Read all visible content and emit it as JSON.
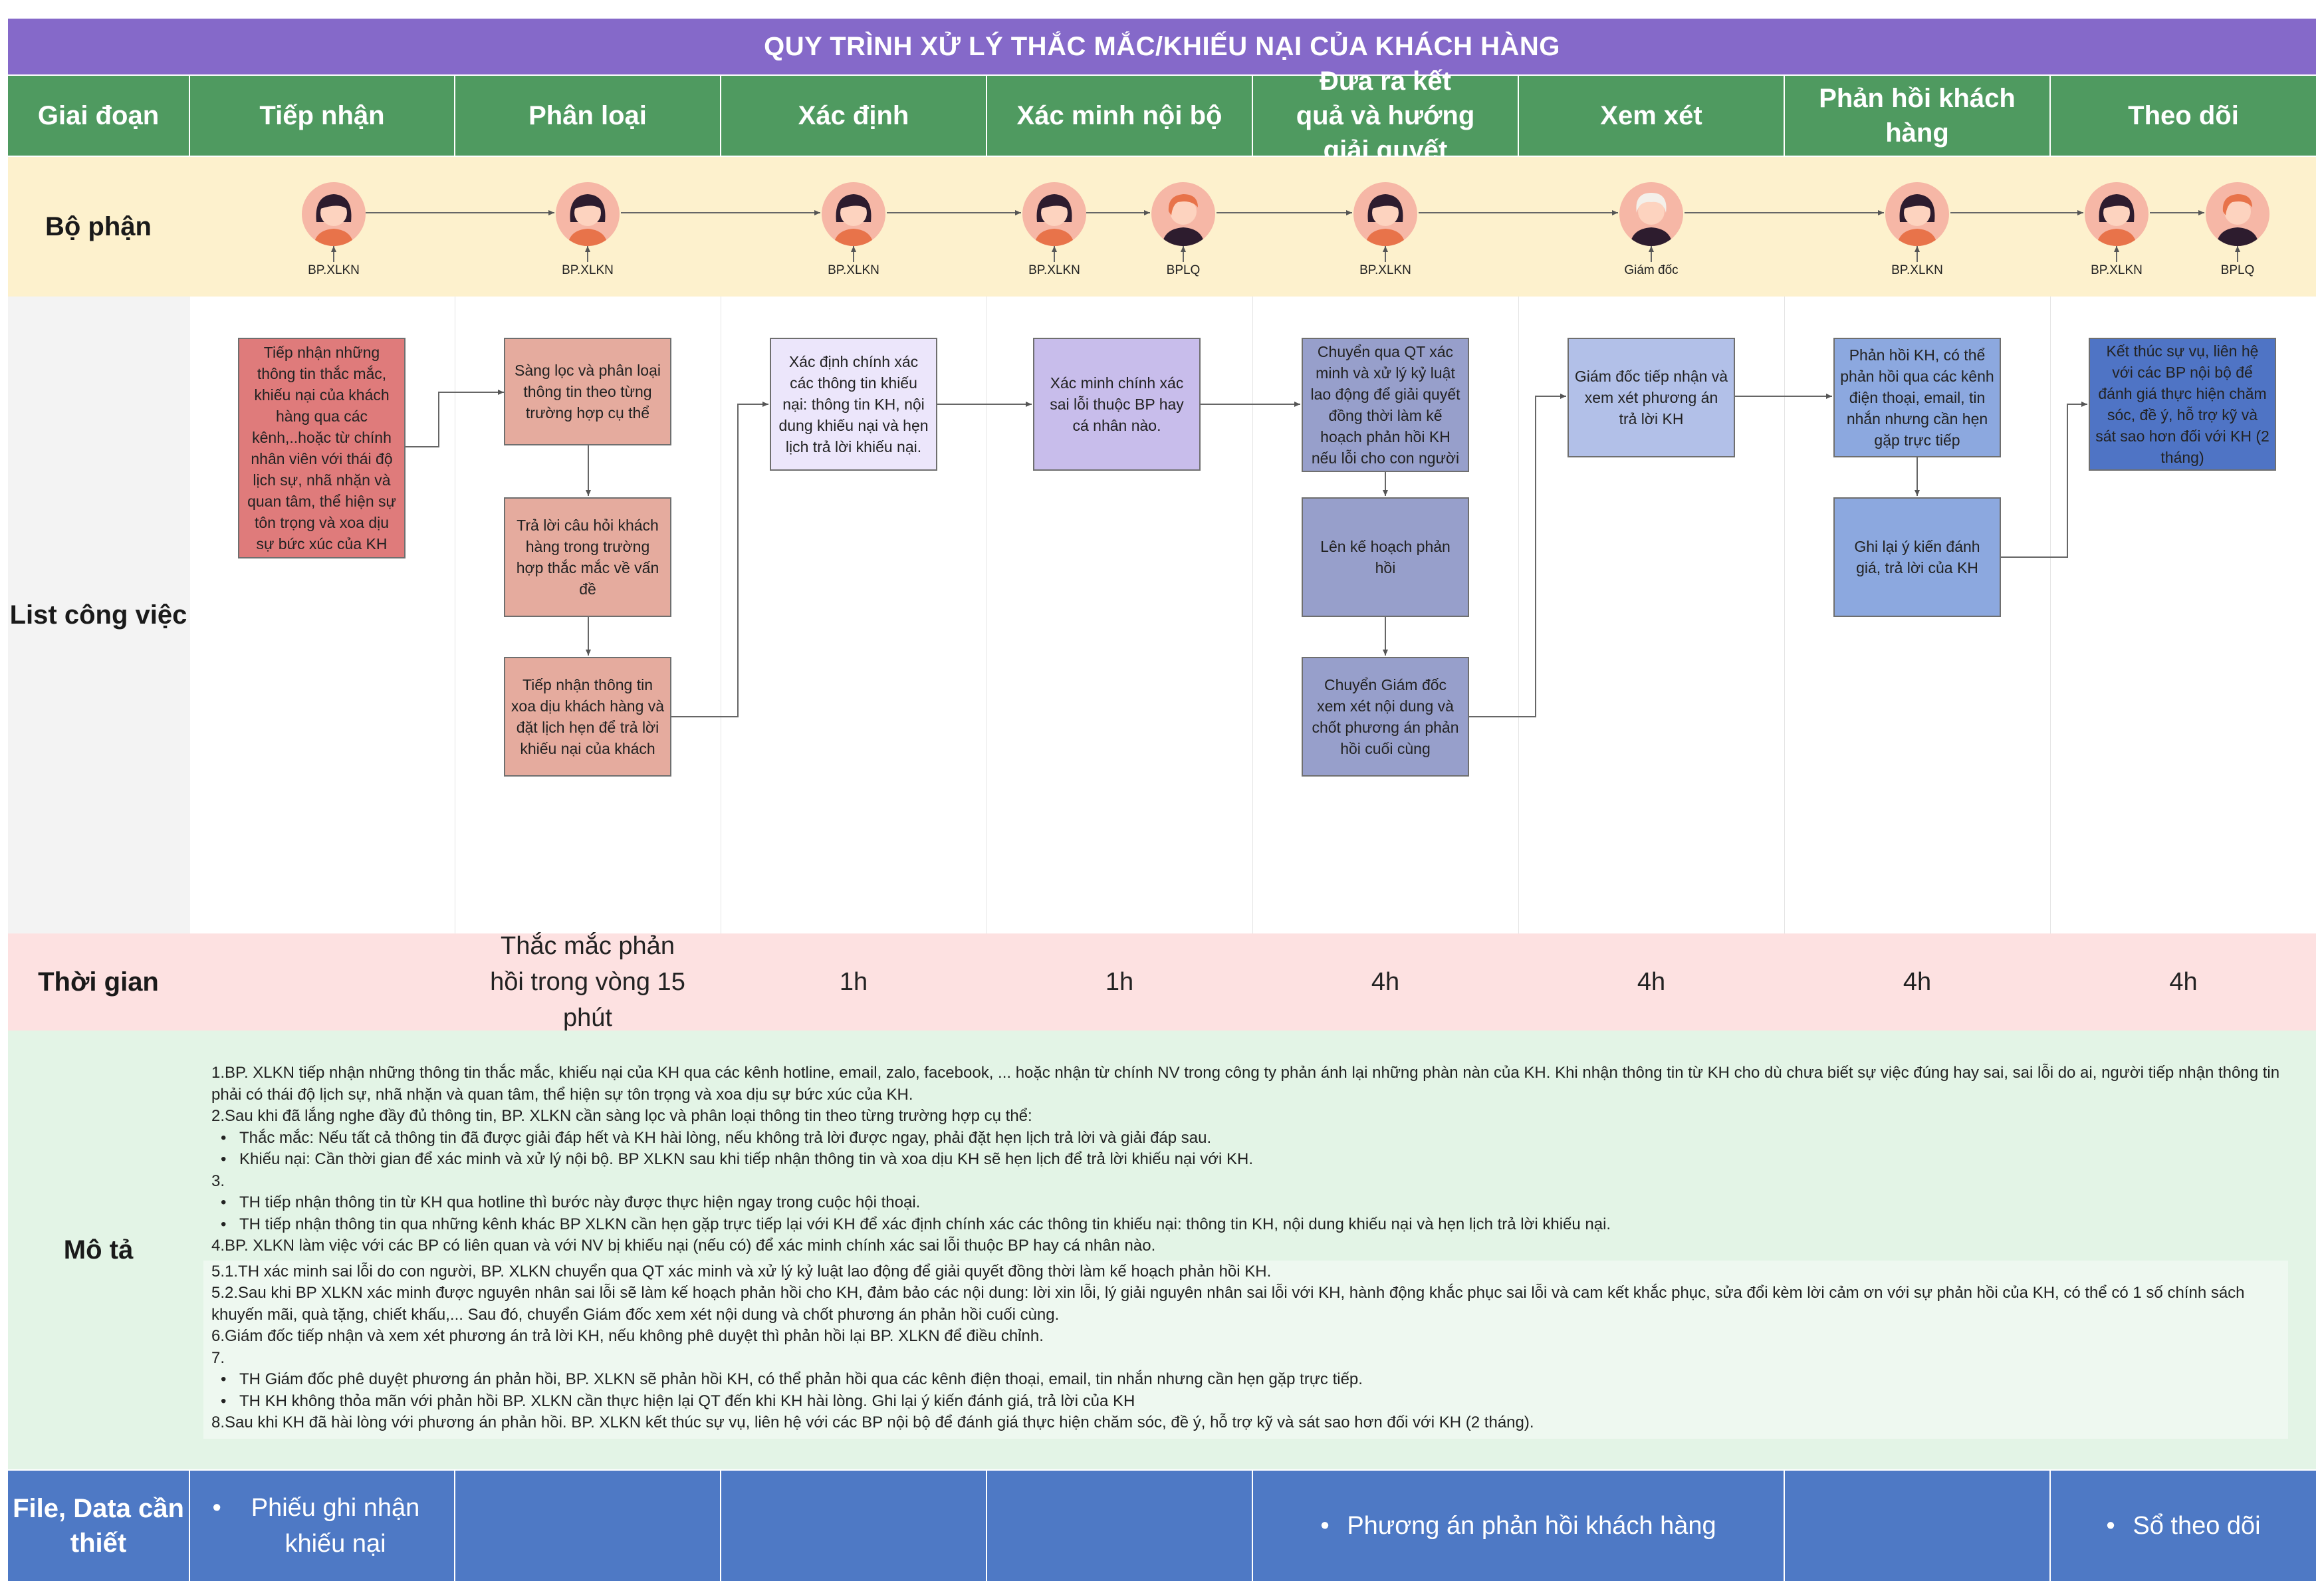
{
  "title": "QUY TRÌNH XỬ LÝ THẮC MẮC/KHIẾU NẠI CỦA KHÁCH HÀNG",
  "row_labels": {
    "stage": "Giai đoạn",
    "department": "Bộ phận",
    "tasks": "List công việc",
    "time": "Thời gian",
    "description": "Mô tả",
    "files": "File, Data cần thiết"
  },
  "stages": [
    "Tiếp nhận",
    "Phân loại",
    "Xác định",
    "Xác minh nội bộ",
    "Đưa ra kết quả và hướng giải quyết",
    "Xem xét",
    "Phản hồi khách hàng",
    "Theo dõi"
  ],
  "departments": [
    "BP.XLKN",
    "BP.XLKN",
    "BP.XLKN",
    "BP.XLKN",
    "BPLQ",
    "BP.XLKN",
    "Giám đốc",
    "BP.XLKN",
    "BP.XLKN",
    "BPLQ"
  ],
  "tasks": {
    "t1": "Tiếp nhận những thông tin thắc mắc, khiếu nại của khách hàng qua các kênh,..hoặc từ chính nhân viên với thái độ lịch sự, nhã nhặn và quan tâm, thể hiện sự tôn trọng và xoa dịu sự bức xúc của KH",
    "t2a": "Sàng lọc và phân loại thông tin theo từng trường hợp cụ thể",
    "t2b": "Trả lời câu hỏi khách hàng trong trường hợp thắc mắc về vấn đề",
    "t2c": "Tiếp nhận thông tin xoa dịu khách hàng và đặt lịch hẹn để trả lời khiếu nại của khách",
    "t3": "Xác định chính xác các thông tin khiếu nại: thông tin KH, nội dung khiếu nại và hẹn lịch trả lời khiếu nại.",
    "t4": "Xác minh chính xác sai lỗi thuộc BP hay cá nhân nào.",
    "t5a": "Chuyển qua QT xác minh và xử lý kỷ luật lao động để giải quyết đồng thời làm kế hoạch phản hồi KH nếu lỗi cho con người",
    "t5b": "Lên kế hoạch phản hồi",
    "t5c": "Chuyển Giám đốc xem xét nội dung và chốt phương án phản hồi cuối cùng",
    "t6": "Giám đốc tiếp nhận và xem xét phương án trả lời KH",
    "t7a": "Phản hồi KH, có thể phản hồi qua các kênh điện thoại, email, tin nhắn nhưng cần hẹn gặp trực tiếp",
    "t7b": "Ghi lại ý kiến đánh giá, trả lời của KH",
    "t8": "Kết thúc sự vụ, liên hệ với các BP nội bộ để đánh giá thực hiện chăm sóc, đề ý, hỗ trợ kỹ và sát sao hơn đối với KH (2 tháng)"
  },
  "times": [
    "",
    "Thắc mắc phản hồi trong vòng 15 phút",
    "1h",
    "1h",
    "4h",
    "4h",
    "4h",
    "4h"
  ],
  "description": [
    "1.BP. XLKN tiếp nhận những thông tin thắc mắc, khiếu nại của KH qua các kênh hotline, email, zalo, facebook, ... hoặc nhận từ chính NV trong công ty phản ánh lại những phàn nàn của KH. Khi nhận thông tin từ KH cho dù chưa biết sự việc đúng hay sai, sai lỗi do ai, người tiếp nhận thông tin phải có thái độ lịch sự, nhã nhặn và quan tâm, thể hiện sự tôn trọng và xoa dịu sự bức xúc của KH.",
    "2.Sau khi đã lắng nghe đầy đủ thông tin, BP. XLKN cần sàng lọc và phân loại thông tin theo từng trường hợp cụ thể:",
    "Thắc mắc: Nếu tất cả thông tin đã được giải đáp hết và KH hài lòng, nếu không trả lời được ngay, phải đặt hẹn lịch trả lời và giải đáp sau.",
    "Khiếu nại: Cần thời gian để xác minh và xử lý nội bộ. BP XLKN sau khi tiếp nhận thông tin và xoa dịu KH sẽ hẹn lịch để trả lời khiếu nại với KH.",
    "3.",
    "TH tiếp nhận thông tin từ KH qua hotline thì bước này được thực hiện ngay trong cuộc hội thoại.",
    "TH tiếp nhận thông tin qua những kênh khác BP XLKN cần hẹn gặp trực tiếp lại với KH để xác định chính xác các thông tin khiếu nại: thông tin KH, nội dung khiếu nại và hẹn lịch trả lời khiếu nại.",
    "4.BP. XLKN làm việc với các BP có liên quan và với NV bị khiếu nại (nếu có) để xác minh chính xác sai lỗi thuộc BP hay cá nhân nào.",
    "5.1.TH xác minh sai lỗi do con người, BP. XLKN chuyển qua QT xác minh và xử lý kỷ luật lao động để giải quyết đồng thời làm kế hoạch phản hồi KH.",
    "5.2.Sau khi BP XLKN xác minh được nguyên nhân sai lỗi sẽ làm kế hoạch phản hồi cho KH, đảm bảo các nội dung: lời xin lỗi, lý giải nguyên nhân sai lỗi với KH, hành động khắc phục sai lỗi và cam kết khắc phục, sửa đổi kèm lời cảm ơn với sự phản hồi của KH, có thể có 1 số chính sách khuyến mãi, quà tặng, chiết khấu,... Sau đó, chuyển Giám đốc xem xét nội dung và chốt phương án phản hồi cuối cùng.",
    "6.Giám đốc tiếp nhận và xem xét phương án trả lời KH, nếu không phê duyệt thì phản hồi lại BP. XLKN để điều chỉnh.",
    "7.",
    "TH Giám đốc phê duyệt phương án phản hồi, BP. XLKN sẽ phản hồi KH, có thể phản hồi qua các kênh điện thoại, email, tin nhắn nhưng cần hẹn gặp trực tiếp.",
    "TH KH không thỏa mãn với phản hồi BP. XLKN cần thực hiện lại QT đến khi KH hài lòng. Ghi lại ý kiến đánh giá, trả lời của KH",
    "8.Sau khi KH đã hài lòng với phương án phản hồi. BP. XLKN kết thúc sự vụ, liên hệ với các BP nội bộ để đánh giá thực hiện chăm sóc, đề ý, hỗ trợ kỹ và sát sao hơn đối với KH (2 tháng)."
  ],
  "files": {
    "f1": "Phiếu ghi nhận khiếu nại",
    "f2": "Phương án phản hồi khách hàng",
    "f3": "Sổ theo dõi"
  },
  "colors": {
    "title": "#8569c9",
    "header": "#4f9a60",
    "department_row": "#fdf1cd",
    "time_row": "#fde1e1",
    "description_row": "#e3f4e6",
    "files_row": "#4e79c5",
    "stage1_box": "#df7b7b",
    "stage2_box": "#e5ab9e",
    "stage3_box": "#ece6fb",
    "stage4_box": "#c8bdeb",
    "stage5_box": "#979fcb",
    "stage6_box": "#b2c0e8",
    "stage7_box": "#8ca8df",
    "stage8_box": "#4f74c5"
  }
}
